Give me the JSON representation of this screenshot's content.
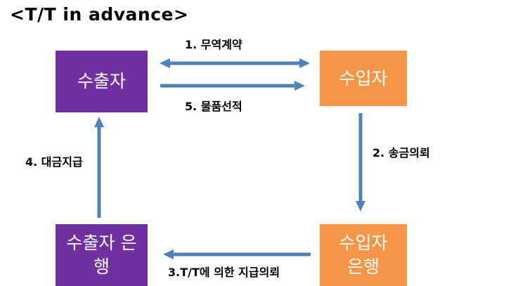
{
  "title": "<T/T in advance>",
  "boxes": {
    "exporter": "수출자",
    "importer": "수입자",
    "exporter_bank": "수출자 은\n행",
    "importer_bank": "수입자\n은행"
  },
  "steps": {
    "step1": "1. 무역계약",
    "step2": "2. 송금의뢰",
    "step3": "3.T/T에 의한 지급의뢰",
    "step4": "4. 대금지급",
    "step5": "5. 물품선적"
  },
  "colors": {
    "exporter_box": "#7030a0",
    "importer_box": "#f79646",
    "arrow": "#4f81bd"
  }
}
